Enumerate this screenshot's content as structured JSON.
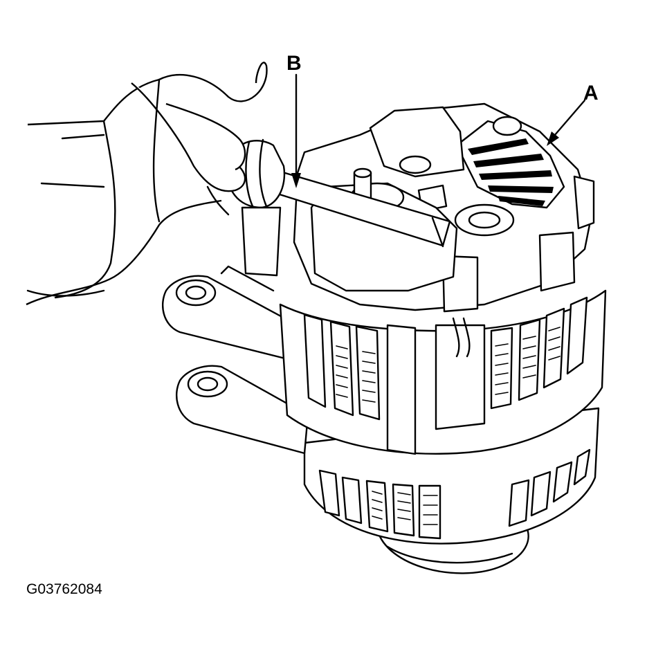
{
  "figure": {
    "label_a": "A",
    "label_b": "B",
    "code": "G03762084"
  },
  "colors": {
    "ink": "#000000",
    "paper": "#ffffff"
  }
}
